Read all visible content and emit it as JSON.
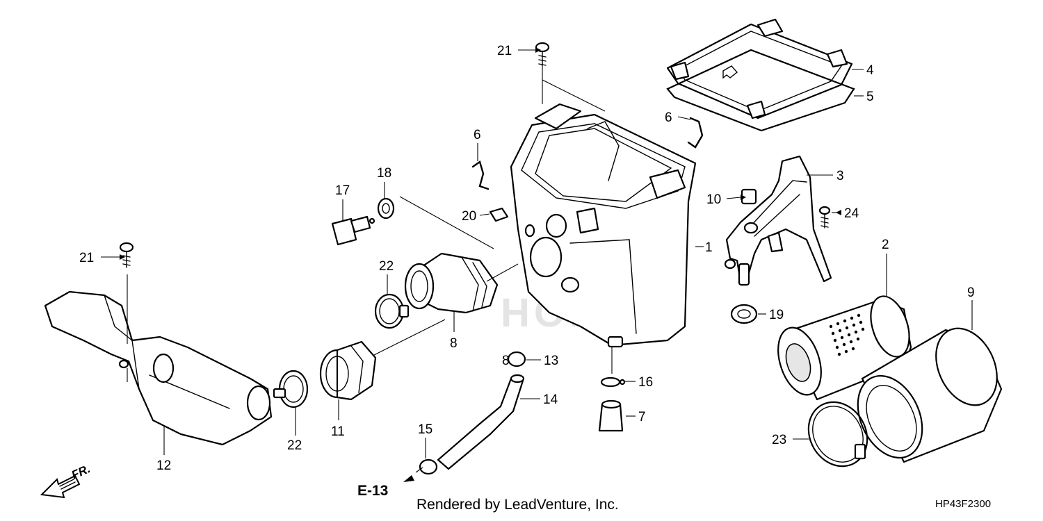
{
  "diagram": {
    "callouts": [
      {
        "id": "c1",
        "label": "1"
      },
      {
        "id": "c2",
        "label": "2"
      },
      {
        "id": "c3",
        "label": "3"
      },
      {
        "id": "c4",
        "label": "4"
      },
      {
        "id": "c5",
        "label": "5"
      },
      {
        "id": "c6a",
        "label": "6"
      },
      {
        "id": "c6b",
        "label": "6"
      },
      {
        "id": "c7",
        "label": "7"
      },
      {
        "id": "c8a",
        "label": "8"
      },
      {
        "id": "c8b",
        "label": "8"
      },
      {
        "id": "c9",
        "label": "9"
      },
      {
        "id": "c10",
        "label": "10"
      },
      {
        "id": "c11",
        "label": "11"
      },
      {
        "id": "c12",
        "label": "12"
      },
      {
        "id": "c13",
        "label": "13"
      },
      {
        "id": "c14",
        "label": "14"
      },
      {
        "id": "c15",
        "label": "15"
      },
      {
        "id": "c16",
        "label": "16"
      },
      {
        "id": "c17",
        "label": "17"
      },
      {
        "id": "c18",
        "label": "18"
      },
      {
        "id": "c19",
        "label": "19"
      },
      {
        "id": "c20",
        "label": "20"
      },
      {
        "id": "c21a",
        "label": "21"
      },
      {
        "id": "c21b",
        "label": "21"
      },
      {
        "id": "c22a",
        "label": "22"
      },
      {
        "id": "c22b",
        "label": "22"
      },
      {
        "id": "c23",
        "label": "23"
      },
      {
        "id": "c24",
        "label": "24"
      }
    ],
    "watermark": "HONDA",
    "section_ref": "E-13",
    "front_label": "FR.",
    "credit": "Rendered by LeadVenture, Inc.",
    "diagram_code": "HP43F2300"
  }
}
